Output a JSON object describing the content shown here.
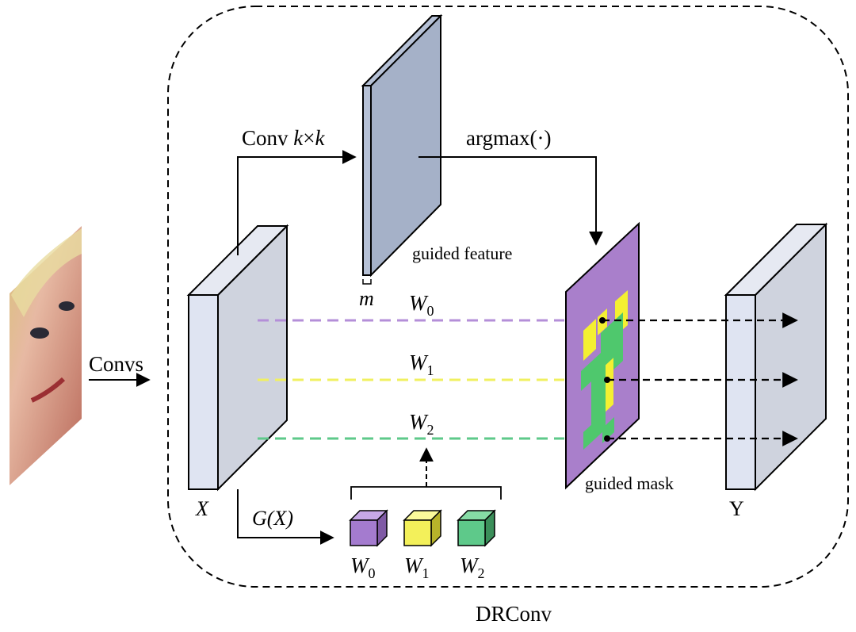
{
  "caption": "DRConv",
  "input": {
    "convs_label": "Convs",
    "image_name": "face-photo"
  },
  "feature_x": {
    "label": "X"
  },
  "guided_feature": {
    "label": "guided feature",
    "depth_label": "m"
  },
  "conv_edge": {
    "label_prefix": "Conv ",
    "k1": "k",
    "times": "×",
    "k2": "k"
  },
  "argmax": {
    "label": "argmax(·)"
  },
  "weights": [
    {
      "name": "W",
      "sub": "0",
      "color": "#b48fd8"
    },
    {
      "name": "W",
      "sub": "1",
      "color": "#f0f060"
    },
    {
      "name": "W",
      "sub": "2",
      "color": "#5ec98a"
    }
  ],
  "generator": {
    "label": "G(X)"
  },
  "guided_mask": {
    "label": "guided mask",
    "background_color": "#a97fcb",
    "yellow": "#f4f032",
    "green": "#4fc86d"
  },
  "output": {
    "label": "Y"
  },
  "colors": {
    "feature_front": "#dfe4f2",
    "feature_side": "#cfd3de",
    "guided_feature_face": "#a5b1c8",
    "line_purple": "#b48fd8",
    "line_yellow": "#f0f060",
    "line_green": "#5ec98a"
  }
}
